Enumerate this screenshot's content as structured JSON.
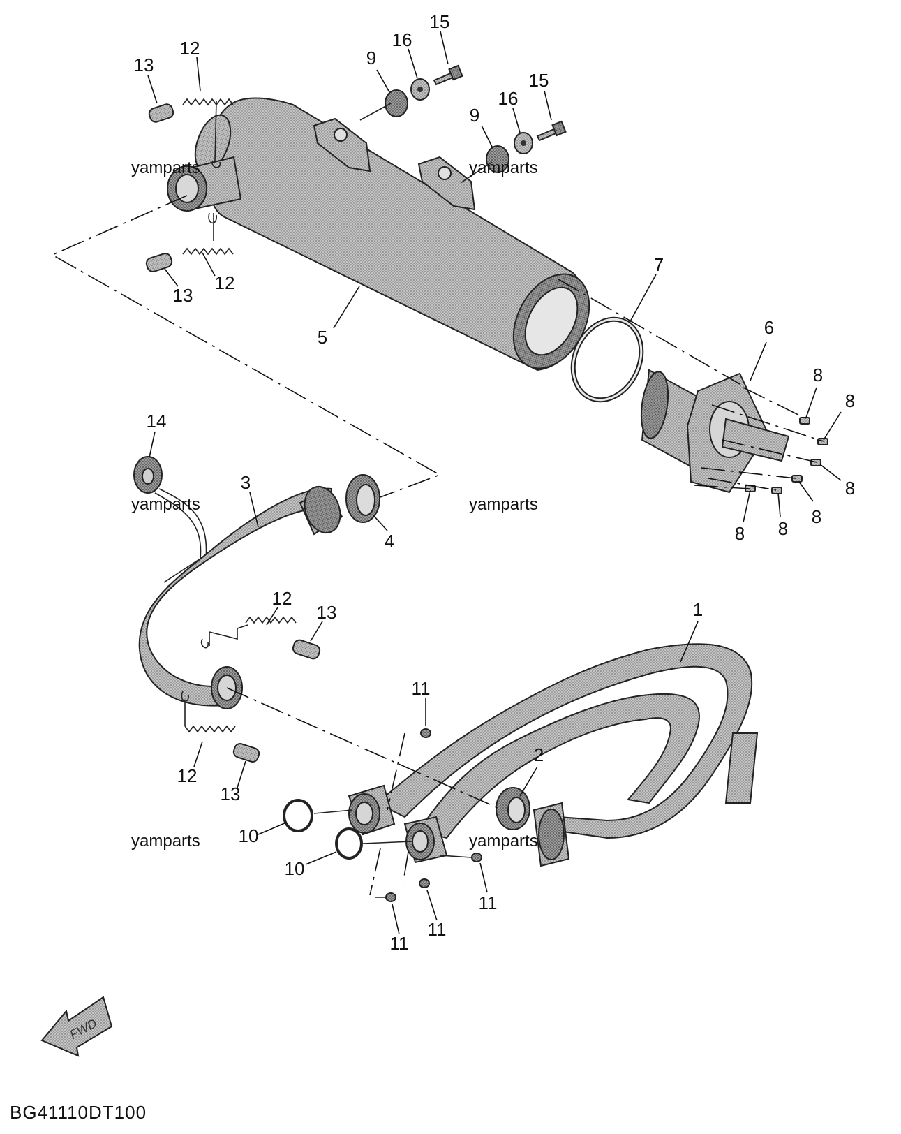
{
  "watermark": "yamparts",
  "diagram_code": "BG41110DT100",
  "direction_arrow_label": "FWD",
  "callouts": {
    "c1": "1",
    "c2": "2",
    "c3": "3",
    "c4": "4",
    "c5": "5",
    "c6": "6",
    "c7": "7",
    "c8": "8",
    "c9": "9",
    "c10": "10",
    "c11": "11",
    "c12": "12",
    "c13": "13",
    "c14": "14",
    "c15": "15",
    "c16": "16"
  },
  "colors": {
    "part_fill": "#b9b9b9",
    "part_dark": "#8e8e8e",
    "line": "#111111"
  }
}
